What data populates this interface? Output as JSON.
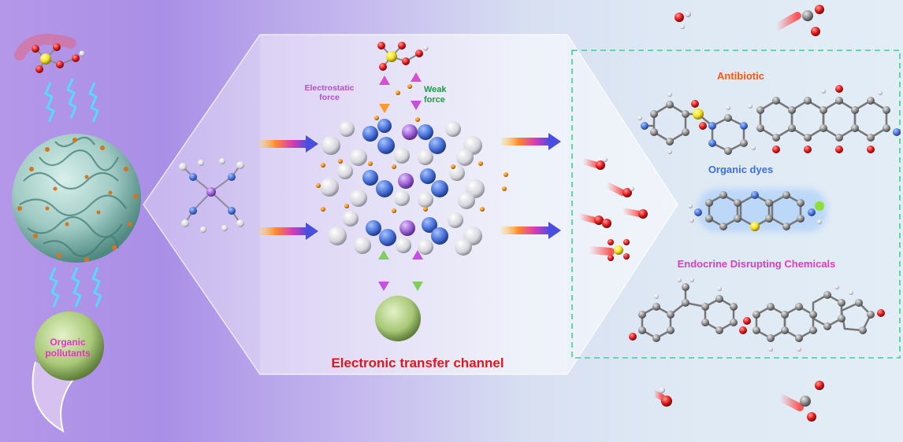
{
  "labels": {
    "electrostatic_line1": "Electrostatic",
    "electrostatic_line2": "force",
    "weak_line1": "Weak",
    "weak_line2": "force",
    "channel": "Electronic transfer channel",
    "antibiotic": "Antibiotic",
    "organic_dyes": "Organic dyes",
    "edc": "Endocrine Disrupting Chemicals",
    "pollutant_line1": "Organic",
    "pollutant_line2": "pollutants"
  },
  "colors": {
    "background_left": "#b497e8",
    "background_right": "#e3edf6",
    "dashed_box": "#37d68a",
    "channel_text": "#e1171e",
    "antibiotic_text": "#ef5a17",
    "dyes_text": "#3d6fe0",
    "edc_text": "#e23ac3",
    "pollutant_text": "#e135c0",
    "electrostatic_text": "#b24fd0",
    "weak_text": "#1f9a47",
    "nitrogen_atom": "#4a74d8",
    "carbon_atom": "#e6e6ee",
    "metal_atom": "#9d63d6",
    "oxygen_atom": "#e01a1a",
    "sulfur_atom": "#f0e020",
    "sphere": "#a9c878"
  }
}
